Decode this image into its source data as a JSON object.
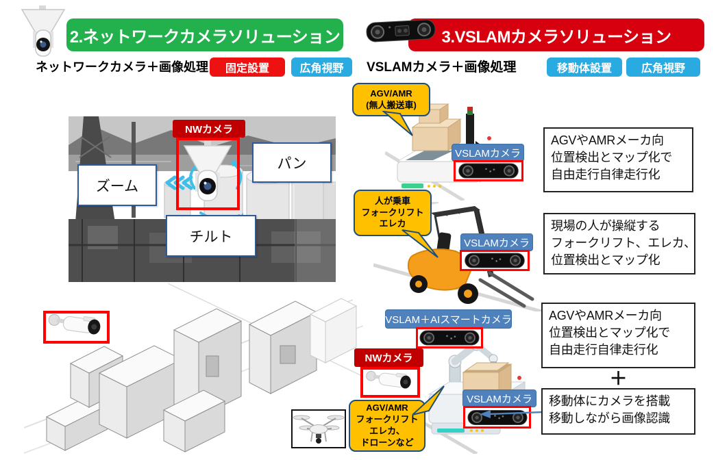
{
  "header_left": {
    "title": "2.ネットワークカメラソリューション",
    "subtitle": "ネットワークカメラ＋画像処理",
    "badges": [
      {
        "label": "固定設置",
        "color": "#EE1111"
      },
      {
        "label": "広角視野",
        "color": "#29ABE2"
      }
    ]
  },
  "header_right": {
    "title": "3.VSLAMカメラソリューション",
    "subtitle": "VSLAMカメラ＋画像処理",
    "badges": [
      {
        "label": "移動体設置",
        "color": "#29ABE2"
      },
      {
        "label": "広角視野",
        "color": "#29ABE2"
      }
    ]
  },
  "photo": {
    "nw_label": "NWカメラ",
    "pan": "パン",
    "zoom": "ズーム",
    "tilt": "チルト"
  },
  "mid": {
    "agv_callout": "AGV/AMR\n(無人搬送車)",
    "forklift_callout": "人が乗車\nフォークリフト\nエレカ",
    "mobile_callout": "AGV/AMR\nフォークリフト\nエレカ、\nドローンなど",
    "vslam_label": "VSLAMカメラ",
    "vslam_ai_label": "VSLAM＋AIスマートカメラ",
    "nw_label": "NWカメラ"
  },
  "right_column": {
    "box1": "AGVやAMRメーカ向\n位置検出とマップ化で\n自由走行自律走行化",
    "box2": "現場の人が操縦する\nフォークリフト、エレカ、\n位置検出とマップ化",
    "box3": "AGVやAMRメーカ向\n位置検出とマップ化で\n自由走行自律走行化",
    "plus": "＋",
    "box4": "移動体にカメラを搭載\n移動しながら画像認識"
  },
  "colors": {
    "banner_green": "#22B14C",
    "banner_red": "#D7000F",
    "badge_red": "#EE1111",
    "badge_blue": "#29ABE2",
    "label_blue": "#4F81BD",
    "label_red": "#C00000",
    "callout_yellow": "#FFC000",
    "callout_border": "#1F4E79",
    "highlight_red": "#FF0000"
  }
}
